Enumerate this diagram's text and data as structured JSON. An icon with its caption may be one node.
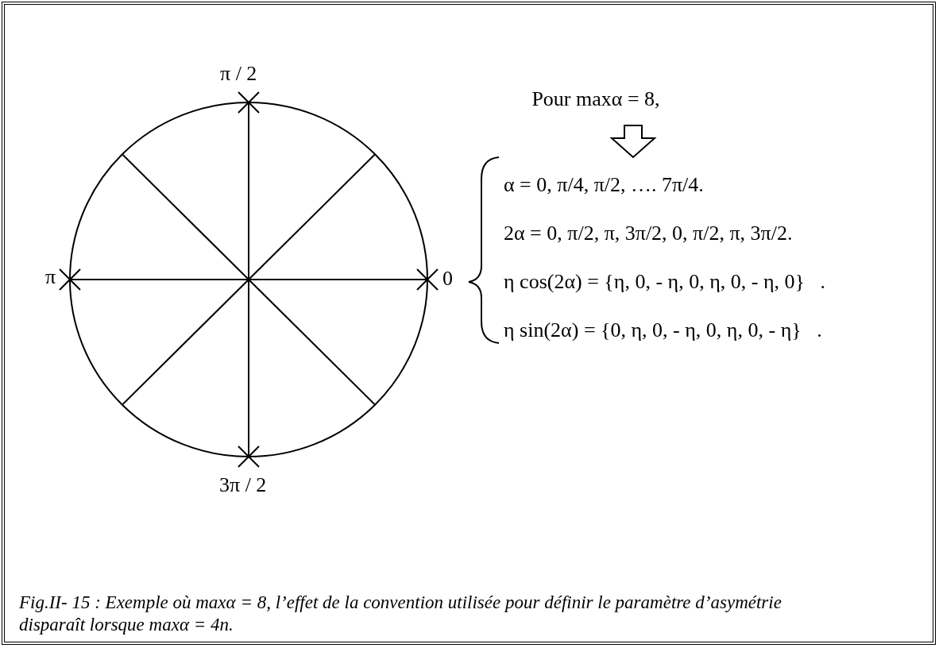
{
  "diagram": {
    "caption": "Fig.II- 15 : Exemple où maxα = 8, l’effet de la convention utilisée pour définir le paramètre d’asymétrie disparaît lorsque maxα = 4n.",
    "nodes": [
      {
        "text": [
          "Pour maxα = 8,"
        ]
      },
      {
        "text": [
          "α = 0, π/4, π/2, …. 7π/4.",
          "2α = 0, π/2, π, 3π/2, 0, π/2, π, 3π/2.",
          "η cos(2α) = {η, 0, - η, 0, η, 0, - η, 0}   .",
          "η sin(2α) = {0, η, 0, - η, 0, η, 0, - η}   ."
        ]
      }
    ],
    "edges": [
      {
        "from": 0,
        "to": 1,
        "arrow": "to"
      }
    ],
    "labels": [
      "π / 2",
      "π",
      "0",
      "3π / 2"
    ]
  }
}
